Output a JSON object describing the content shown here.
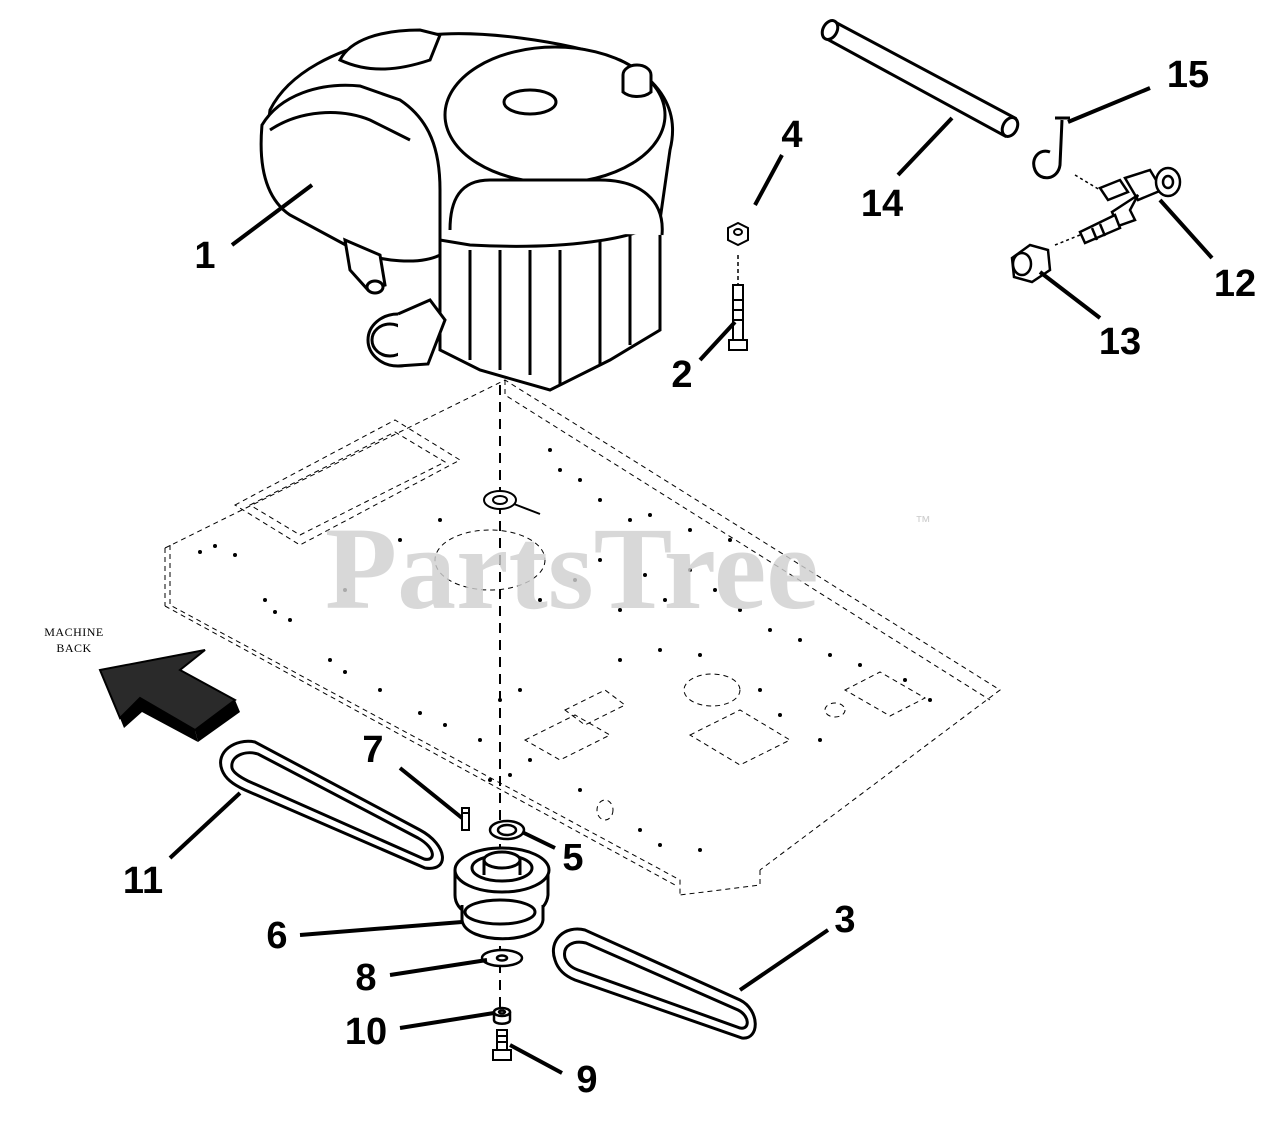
{
  "callouts": {
    "c1": "1",
    "c2": "2",
    "c3": "3",
    "c4": "4",
    "c5": "5",
    "c6": "6",
    "c7": "7",
    "c8": "8",
    "c9": "9",
    "c10": "10",
    "c11": "11",
    "c12": "12",
    "c13": "13",
    "c14": "14",
    "c15": "15"
  },
  "note": {
    "line1": "MACHINE",
    "line2": "BACK"
  },
  "watermark": {
    "text": "PartsTree",
    "trademark": "™"
  }
}
